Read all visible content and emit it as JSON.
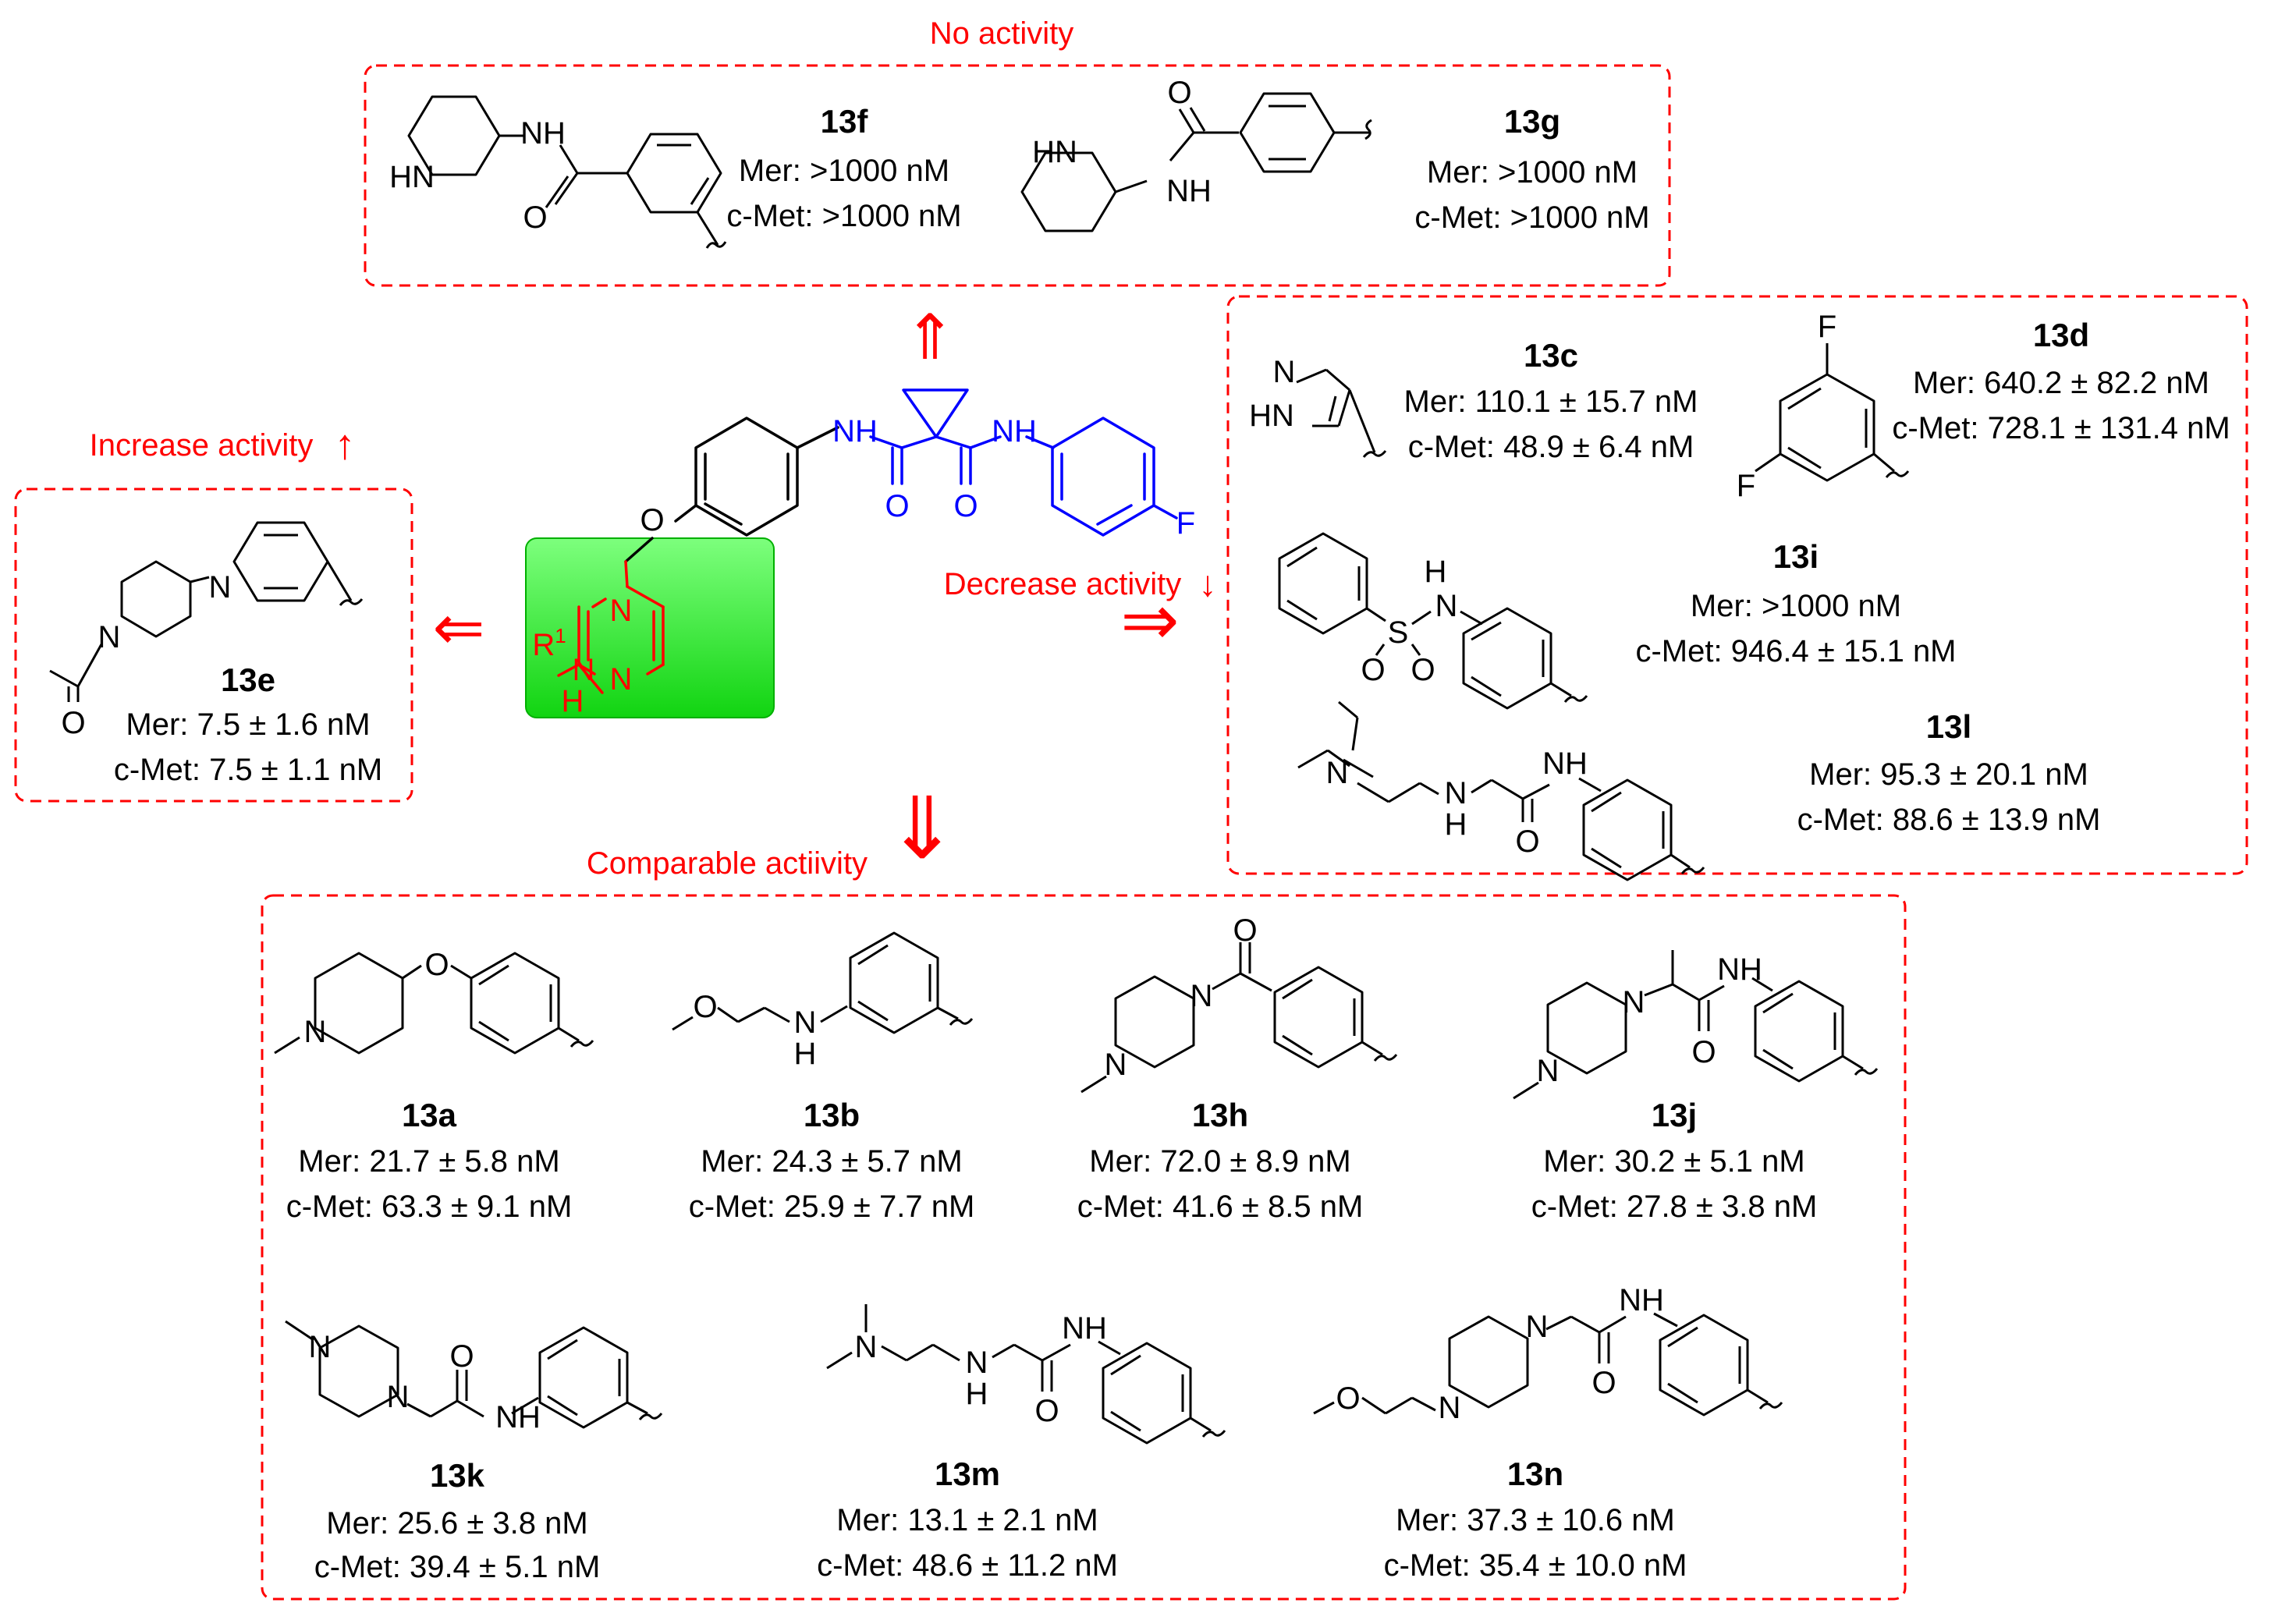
{
  "colors": {
    "red": "#ff0000",
    "blue": "#0000ff",
    "green_light": "#66ff66",
    "green_dark": "#00cc00",
    "black": "#000000"
  },
  "labels": {
    "no_activity": "No activity",
    "increase_activity": "Increase activity",
    "decrease_activity": "Decrease activity",
    "comparable_activity": "Comparable actiivity"
  },
  "arrows": {
    "up": "↑",
    "down": "↓",
    "double_up": "⇑",
    "double_down": "⇓",
    "double_left": "⇐",
    "double_right": "⇒"
  },
  "core": {
    "r_label": "R",
    "r_sup": "1",
    "atoms": {
      "n": "N",
      "h": "H",
      "o": "O",
      "f": "F",
      "nh": "NH",
      "hn": "HN",
      "s": "S"
    }
  },
  "compounds": {
    "c13a": {
      "id": "13a",
      "mer": "Mer: 21.7 ± 5.8 nM",
      "cmet": "c-Met: 63.3 ± 9.1 nM"
    },
    "c13b": {
      "id": "13b",
      "mer": "Mer: 24.3 ± 5.7 nM",
      "cmet": "c-Met: 25.9 ± 7.7 nM"
    },
    "c13c": {
      "id": "13c",
      "mer": "Mer: 110.1 ± 15.7 nM",
      "cmet": "c-Met: 48.9 ± 6.4 nM"
    },
    "c13d": {
      "id": "13d",
      "mer": "Mer: 640.2 ± 82.2 nM",
      "cmet": "c-Met: 728.1 ± 131.4 nM"
    },
    "c13e": {
      "id": "13e",
      "mer": "Mer: 7.5 ± 1.6 nM",
      "cmet": "c-Met: 7.5 ± 1.1 nM"
    },
    "c13f": {
      "id": "13f",
      "mer": "Mer: >1000 nM",
      "cmet": "c-Met: >1000 nM"
    },
    "c13g": {
      "id": "13g",
      "mer": "Mer: >1000 nM",
      "cmet": "c-Met: >1000 nM"
    },
    "c13h": {
      "id": "13h",
      "mer": "Mer: 72.0 ± 8.9 nM",
      "cmet": "c-Met: 41.6 ± 8.5 nM"
    },
    "c13i": {
      "id": "13i",
      "mer": "Mer: >1000 nM",
      "cmet": "c-Met: 946.4 ± 15.1 nM"
    },
    "c13j": {
      "id": "13j",
      "mer": "Mer: 30.2 ± 5.1 nM",
      "cmet": "c-Met: 27.8 ± 3.8 nM"
    },
    "c13k": {
      "id": "13k",
      "mer": "Mer: 25.6 ± 3.8 nM",
      "cmet": "c-Met: 39.4 ± 5.1 nM"
    },
    "c13l": {
      "id": "13l",
      "mer": "Mer: 95.3 ± 20.1 nM",
      "cmet": "c-Met: 88.6 ± 13.9 nM"
    },
    "c13m": {
      "id": "13m",
      "mer": "Mer: 13.1 ± 2.1 nM",
      "cmet": "c-Met: 48.6 ± 11.2 nM"
    },
    "c13n": {
      "id": "13n",
      "mer": "Mer: 37.3 ± 10.6 nM",
      "cmet": "c-Met: 35.4 ± 10.0 nM"
    }
  }
}
